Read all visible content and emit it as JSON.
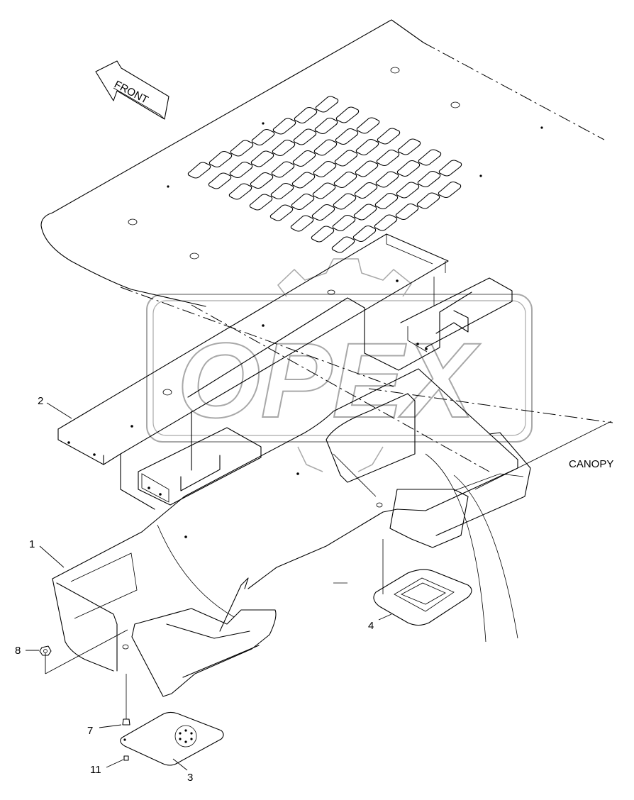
{
  "diagram": {
    "arrow_text": "FRONT",
    "canopy_label": "CANOPY",
    "watermark": "OPEX",
    "callouts": [
      {
        "id": "callout-1",
        "text": "1"
      },
      {
        "id": "callout-2",
        "text": "2"
      },
      {
        "id": "callout-3",
        "text": "3"
      },
      {
        "id": "callout-4",
        "text": "4"
      },
      {
        "id": "callout-7",
        "text": "7"
      },
      {
        "id": "callout-8",
        "text": "8"
      },
      {
        "id": "callout-11",
        "text": "11"
      }
    ]
  }
}
